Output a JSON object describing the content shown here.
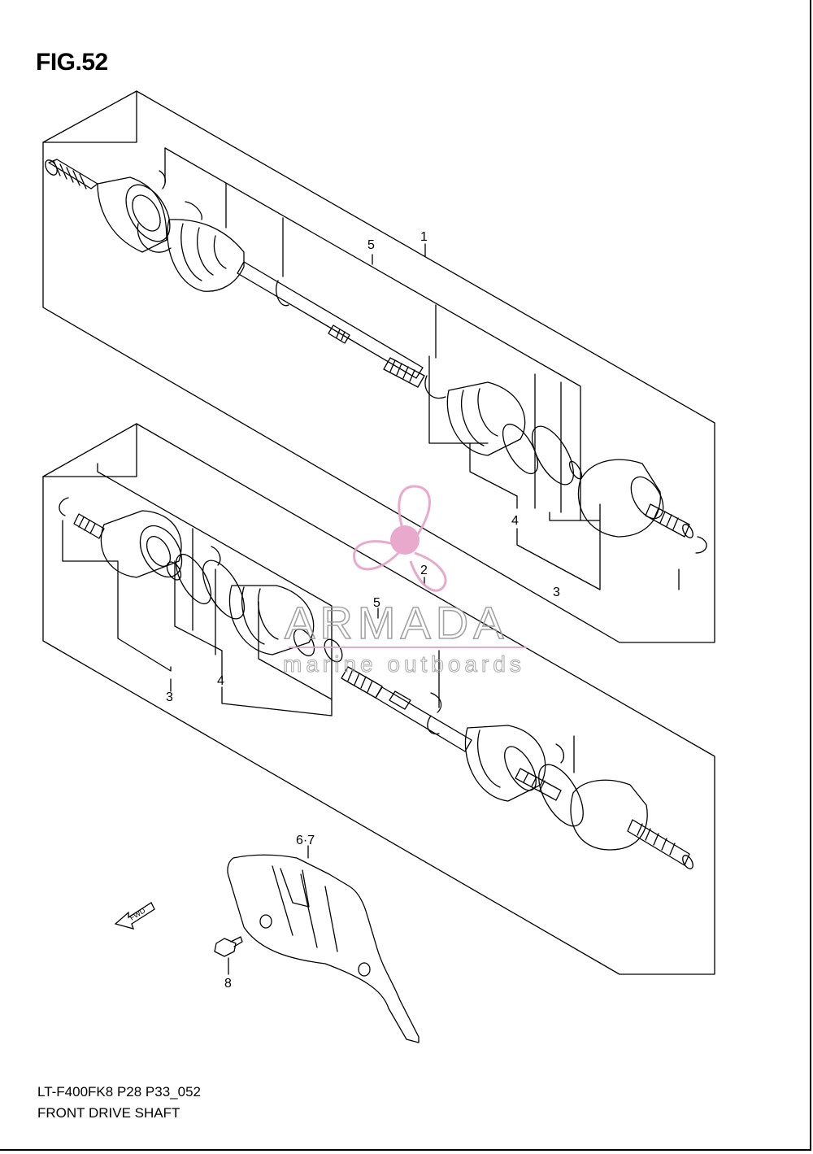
{
  "figure": {
    "title": "FIG.52",
    "model_code": "LT-F400FK8 P28 P33_052",
    "section_name": "FRONT DRIVE SHAFT"
  },
  "callouts": {
    "c1": "1",
    "c2": "2",
    "c3_upper": "3",
    "c3_lower": "3",
    "c4_upper": "4",
    "c4_lower": "4",
    "c5_upper": "5",
    "c5_lower": "5",
    "c67": "6·7",
    "c8": "8"
  },
  "fwd_arrow_label": "FWD",
  "watermark": {
    "brand": "ARMADA",
    "tagline": "marine outboards",
    "color_logo": "#e6a0c8",
    "color_text": "#9a9a9a"
  },
  "colors": {
    "line": "#000000",
    "background": "#ffffff"
  }
}
